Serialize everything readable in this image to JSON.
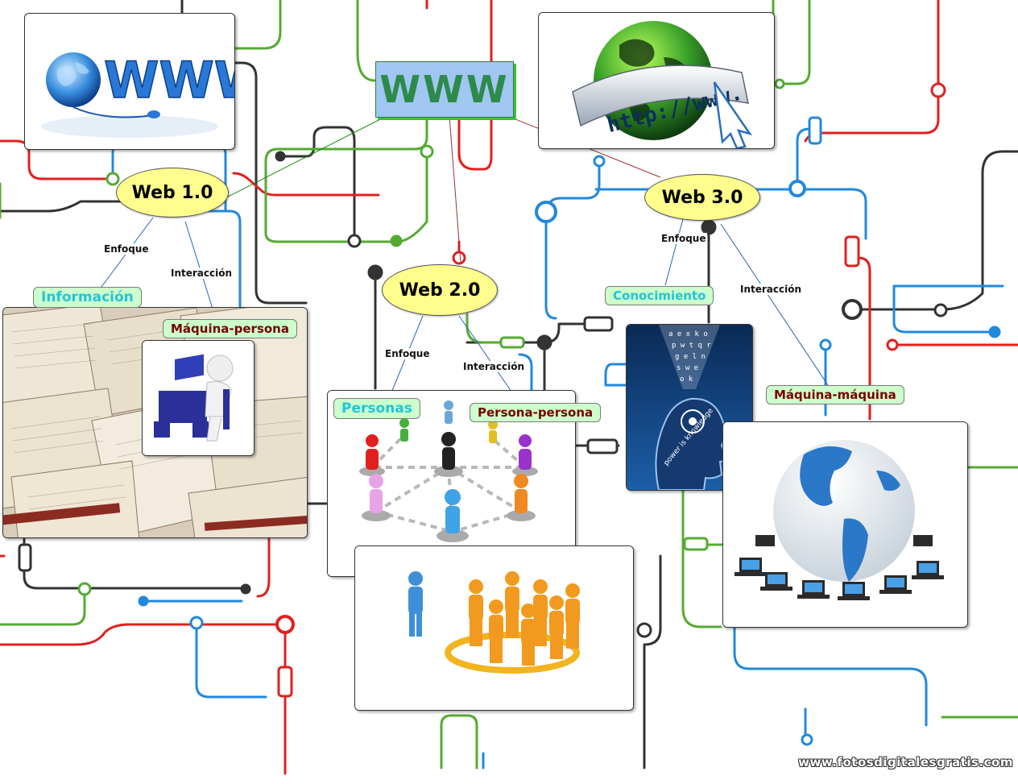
{
  "center_node": {
    "label": "WWW"
  },
  "nodes": {
    "web1": {
      "label": "Web 1.0"
    },
    "web2": {
      "label": "Web 2.0"
    },
    "web3": {
      "label": "Web 3.0"
    }
  },
  "connectors": {
    "enfoque": "Enfoque",
    "interaccion": "Interacción"
  },
  "tags": {
    "informacion": "Información",
    "maquina_persona": "Máquina-persona",
    "personas": "Personas",
    "persona_persona": "Persona-persona",
    "conocimiento": "Conocimiento",
    "maquina_maquina": "Máquina-máquina"
  },
  "images": {
    "www_logo": "WWW",
    "http_globe": "http://www.",
    "knowledge": "power is knowledge"
  },
  "watermark": "www.fotosdigitalesgratis.com",
  "colors": {
    "ellipse_fill": "#fffe8c",
    "tag_fill": "#ccffcc",
    "tag_cyan": "#22c4d8",
    "tag_maroon": "#7a0000",
    "center_fill": "#9fc7f2",
    "center_text": "#2d8a4a"
  }
}
